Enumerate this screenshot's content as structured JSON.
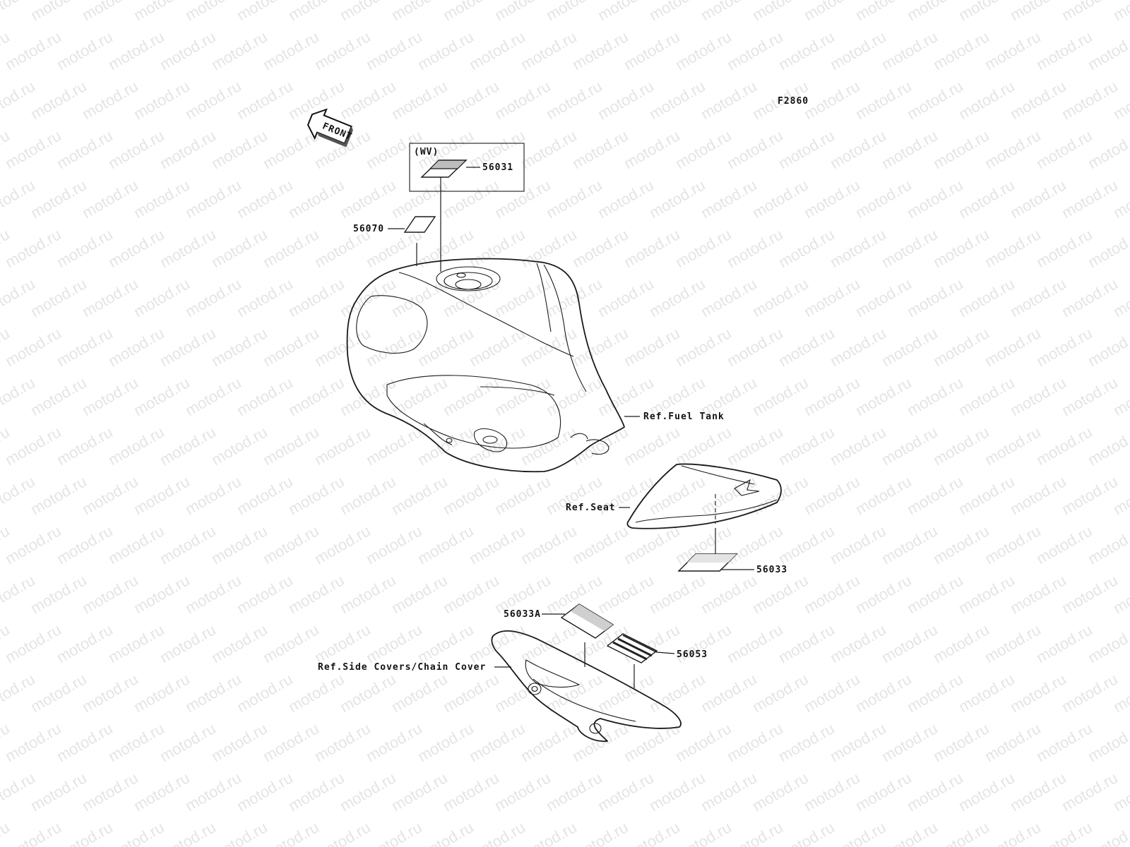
{
  "watermark": "motod.ru",
  "figure_code": "F2860",
  "front_arrow_label": "FRONT",
  "wv_box_label": "(WV)",
  "parts": {
    "p56031": "56031",
    "p56070": "56070",
    "p56033": "56033",
    "p56033A": "56033A",
    "p56053": "56053"
  },
  "refs": {
    "fuel_tank": "Ref.Fuel Tank",
    "seat": "Ref.Seat",
    "side_covers": "Ref.Side Covers/Chain Cover"
  }
}
